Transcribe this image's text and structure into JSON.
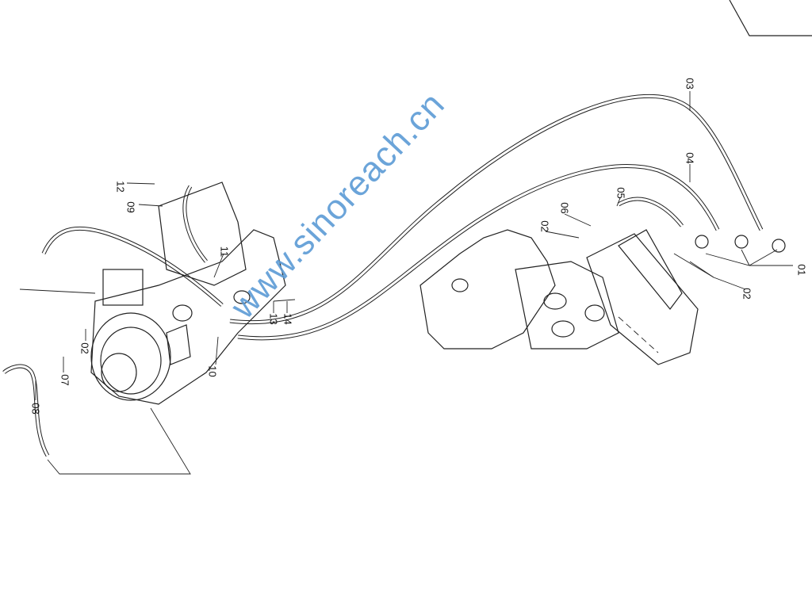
{
  "watermark": "www.sinoreach.cn",
  "callouts": {
    "c12": "12",
    "c09": "09",
    "c11": "11",
    "c13": "13",
    "c14": "14",
    "c10": "10",
    "c02a": "02",
    "c07": "07",
    "c08": "08",
    "c03": "03",
    "c04": "04",
    "c05": "05",
    "c06": "06",
    "c02b": "02",
    "c01": "01",
    "c02c": "02"
  },
  "colors": {
    "line": "#222222",
    "watermark": "#5b9bd5"
  }
}
